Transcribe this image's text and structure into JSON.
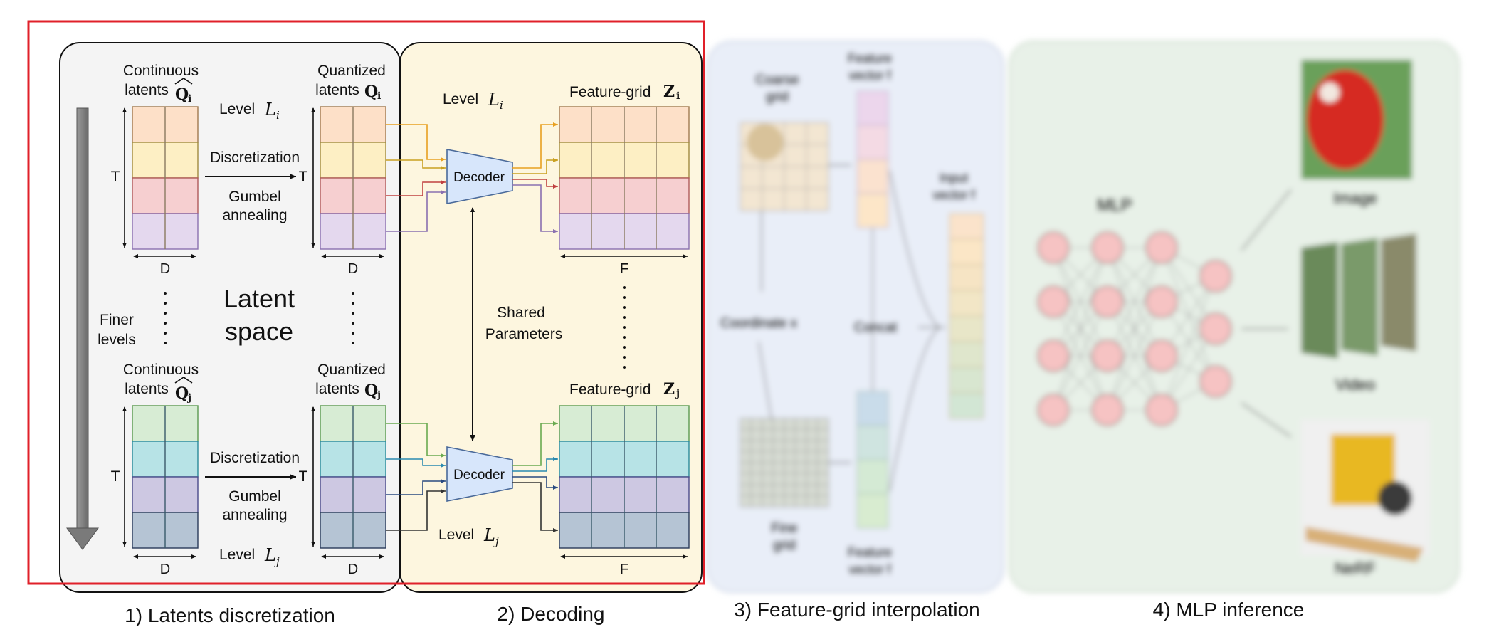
{
  "panels": {
    "p1_caption": "1) Latents discretization",
    "p2_caption": "2) Decoding",
    "p3_caption": "3) Feature-grid interpolation",
    "p4_caption": "4) MLP inference"
  },
  "latents": {
    "continuous_word": "Continuous",
    "latents_word": "latents",
    "quantized_word": "Quantized",
    "latent_space_line1": "Latent",
    "latent_space_line2": "space",
    "finer_line1": "Finer",
    "finer_line2": "levels",
    "discretization": "Discretization",
    "gumbel": "Gumbel",
    "annealing": "annealing",
    "level_word": "Level",
    "axis_T": "T",
    "axis_D": "D",
    "sub_i": "i",
    "sub_j": "j",
    "sym_Q": "Q",
    "sym_L": "L"
  },
  "decoding": {
    "decoder": "Decoder",
    "feature_grid": "Feature-grid",
    "sym_Z": "Z",
    "axis_F": "F",
    "shared_line1": "Shared",
    "shared_line2": "Parameters"
  },
  "interp": {
    "coarse_line1": "Coarse",
    "coarse_line2": "grid",
    "fine_line1": "Fine",
    "fine_line2": "grid",
    "feature_line1": "Feature",
    "feature_line2": "vector f",
    "coordinate": "Coordinate x",
    "concat": "Concat",
    "input_line1": "Input",
    "input_line2": "vector f"
  },
  "mlp": {
    "title": "MLP",
    "out_image": "Image",
    "out_video": "Video",
    "out_nerf": "NeRF"
  },
  "colors": {
    "highlight_border": "#e0202a",
    "panel1_bg": "#f4f4f4",
    "panel2_bg": "#fdf6df",
    "panel3_bg": "#e9eef8",
    "panel4_bg": "#e8f1e8",
    "row_orange": "#fde0c8",
    "row_yellow": "#fdefc4",
    "row_red": "#f6cfd0",
    "row_purple": "#e4d8ee",
    "row_green": "#d7ecd4",
    "row_cyan": "#b7e3e6",
    "row_lavender": "#cdc8e2",
    "row_slate": "#b5c4d4",
    "decoder_fill": "#d7e6fb",
    "neuron_fill": "#f6c3c3"
  }
}
